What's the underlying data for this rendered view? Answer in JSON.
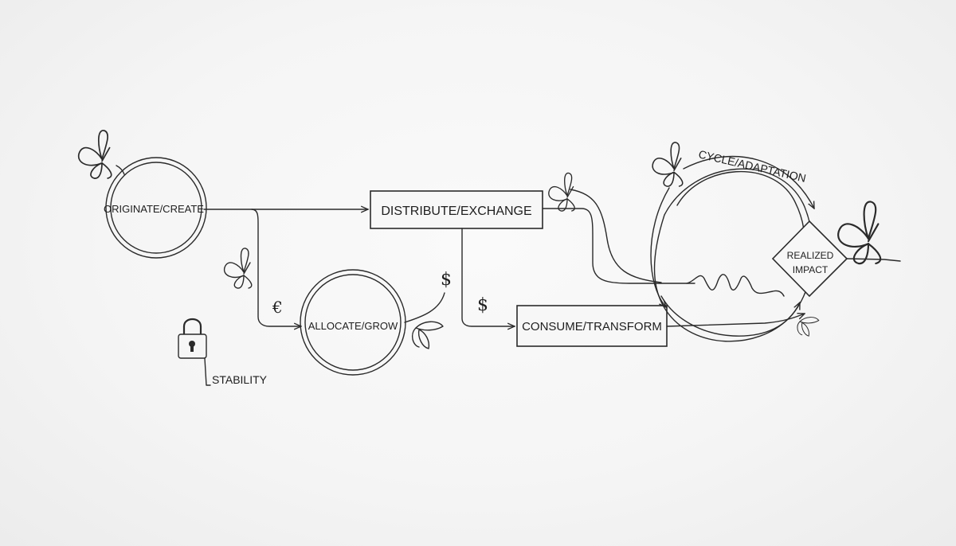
{
  "nodes": {
    "originate": "ORIGINATE/CREATE",
    "distribute": "DISTRIBUTE/EXCHANGE",
    "allocate": "ALLOCATE/GROW",
    "consume": "CONSUME/TRANSFORM",
    "realized_line1": "REALIZED",
    "realized_line2": "IMPACT",
    "stability": "STABILITY",
    "cycle": "CYCLE/ADAPTATION"
  },
  "symbols": {
    "euro": "€",
    "dollar_top": "$",
    "dollar_mid": "$"
  },
  "icons": [
    "butterfly-icon",
    "lock-icon",
    "leaf-icon"
  ]
}
